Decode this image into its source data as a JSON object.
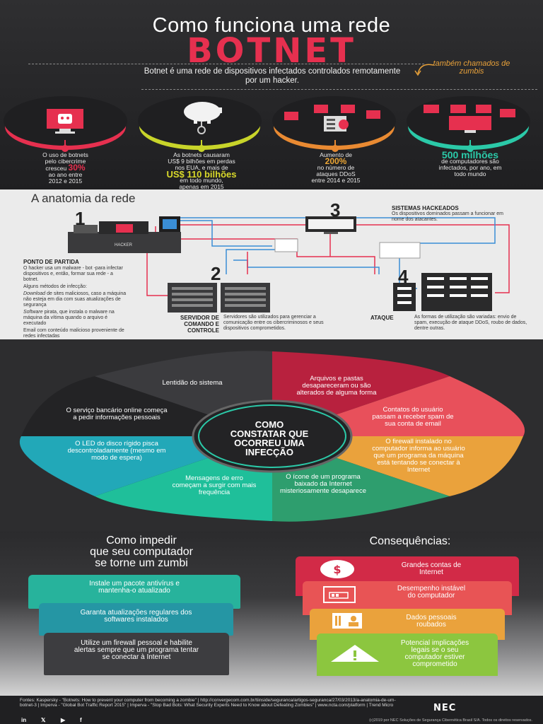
{
  "header": {
    "title_line1": "Como funciona uma rede",
    "title_line2": "BOTNET",
    "intro": "Botnet é uma rede de dispositivos infectados controlados remotamente por um hacker.",
    "side_note": "também chamados de zumbis"
  },
  "stats": [
    {
      "line1": "O uso de botnets",
      "line2": "pelo cibercrime",
      "line3_pre": "cresceu ",
      "highlight": "30%",
      "line4": "ao ano entre",
      "line5": "2012 e 2015",
      "color": "#e6304f"
    },
    {
      "line1": "As botnets causaram",
      "line2": "US$ 9 bilhões em perdas",
      "line3": "nos EUA, e mais de",
      "highlight": "US$ 110 bilhões",
      "line4": "em todo mundo,",
      "line5": "apenas em 2015",
      "color": "#c8d42a"
    },
    {
      "line1": "Aumento de",
      "highlight": "200%",
      "line2": "no número de",
      "line3": "ataques DDoS",
      "line4": "entre 2014 e 2015",
      "color": "#e98a32"
    },
    {
      "highlight": "500 milhões",
      "line1": "de computadores são",
      "line2": "infectados, por ano, em",
      "line3": "todo mundo",
      "color": "#2bc9a8"
    }
  ],
  "anatomy": {
    "title": "A anatomia da rede",
    "n1": "1",
    "n2": "2",
    "n3": "3",
    "n4": "4",
    "hacker_label": "HACKER",
    "start_title": "PONTO DE PARTIDA",
    "start_p1": "O hacker usa um malware - bot -para infectar dispositivos e, então, formar sua rede - a botnet.",
    "start_p2": "Alguns métodos de infecção:",
    "start_p3_em": "Download",
    "start_p3": " de sites maliciosos, caso a máquina não esteja em dia com suas atualizações de segurança",
    "start_p4_em": "Software",
    "start_p4": " pirata, que instala o malware na máquina da vítima quando o arquivo é executado",
    "start_p5": "Email com conteúdo malicioso proveniente de redes infectadas",
    "server_title": "SERVIDOR DE COMANDO E CONTROLE",
    "server_text": "Servidores são utilizados para gerenciar a comunicação entre os cibercriminosos e seus dispositivos comprometidos.",
    "hacked_title": "SISTEMAS HACKEADOS",
    "hacked_text": "Os dispositivos dominados passam a funcionar em nome dos atacantes.",
    "attack_title": "ATAQUE",
    "attack_text": "As formas de utilização são variadas: envio de spam, execução de ataque DDoS, roubo de dados, dentre outras."
  },
  "wheel": {
    "center": [
      "COMO",
      "CONSTATAR QUE",
      "OCORREU UMA",
      "INFECÇÃO"
    ],
    "segments": [
      {
        "text": "Lentidão do sistema",
        "color": "#b8213e"
      },
      {
        "text": "Arquivos e pastas desapareceram ou são alterados de alguma forma",
        "color": "#e8505b"
      },
      {
        "text": "Contatos do usuário passam a receber spam de sua conta de email",
        "color": "#eaa23c"
      },
      {
        "text": "O firewall instalado no computador informa ao usuário que um programa da máquina está tentando se conectar à Internet",
        "color": "#2e9e6e"
      },
      {
        "text": "O ícone de um programa baixado da Internet misteriosamente desaparece",
        "color": "#1fbf9a"
      },
      {
        "text": "Mensagens de erro começam a surgir com mais frequência",
        "color": "#22a8b8"
      },
      {
        "text": "O LED do disco rígido pisca descontroladamente (mesmo em modo de espera)",
        "color": "#232325"
      },
      {
        "text": "O serviço bancário online começa a pedir informações pessoais",
        "color": "#3b3b3e"
      }
    ]
  },
  "prevent": {
    "title_l1": "Como impedir",
    "title_l2": "que seu computador",
    "title_l3": "se torne um zumbi",
    "tips": [
      {
        "text": "Instale um pacote antivírus e mantenha-o atualizado",
        "color": "#27b39c"
      },
      {
        "text": "Garanta atualizações regulares dos softwares instalados",
        "color": "#2596a4"
      },
      {
        "text": "Utilize um firewall pessoal e habilite alertas sempre que um programa tentar se conectar à Internet",
        "color": "#3d3d40"
      }
    ]
  },
  "consequences": {
    "title": "Consequências:",
    "items": [
      {
        "text": "Grandes contas de Internet",
        "color": "#d22a47"
      },
      {
        "text": "Desempenho instável do computador",
        "color": "#e85455"
      },
      {
        "text": "Dados pessoais roubados",
        "color": "#eaa23c"
      },
      {
        "text": "Potencial implicações legais se o seu computador estiver comprometido",
        "color": "#8cc63f"
      }
    ]
  },
  "footer": {
    "sources": "Fontes: Kaspersky - \"Botnets: How to prevent your computer from becoming a zombie\" | http://convergecom.com.br/tiinside/seguranca/artigos-seguranca/27/03/2013/a-anatomia-de-um-botnet-3 | Imperva - \"Global Bot Traffic Report 2015\" | Imperva - \"Stop Bad Bots: What Security Experts Need to Know about Defeating Zombies\" | www.ncta.com/platform | Trend Micro",
    "brand": "NEC",
    "copyright": "(c)2019 por NEC Soluções de Segurança Cibernética Brasil S/A. Todos os direitos reservados.",
    "social": [
      "in",
      "𝕏",
      "▶",
      "f"
    ]
  }
}
